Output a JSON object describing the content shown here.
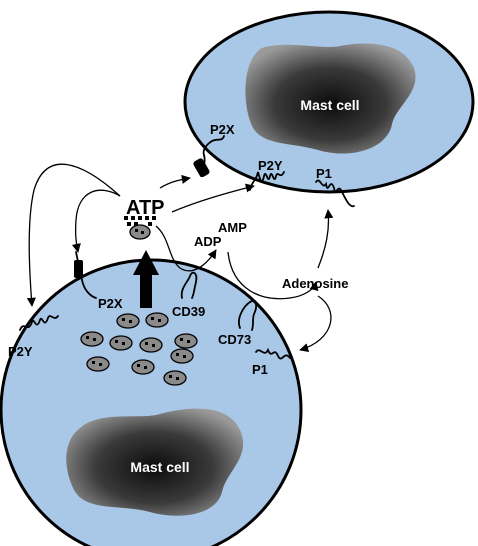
{
  "colors": {
    "cytoplasm": "#a9c7e6",
    "nucleus_dark": "#0c0c0c",
    "nucleus_light": "#9a9a9a",
    "granule": "#8a8a8a"
  },
  "labels": {
    "top_cell": "Mast cell",
    "bottom_cell": "Mast cell",
    "atp": "ATP",
    "amp": "AMP",
    "adp": "ADP",
    "adenosine": "Adenosine",
    "cd39": "CD39",
    "cd73": "CD73",
    "p2x_top": "P2X",
    "p2y_top": "P2Y",
    "p1_top": "P1",
    "p2x_bottom": "P2X",
    "p2y_bottom": "P2Y",
    "p1_bottom": "P1"
  }
}
